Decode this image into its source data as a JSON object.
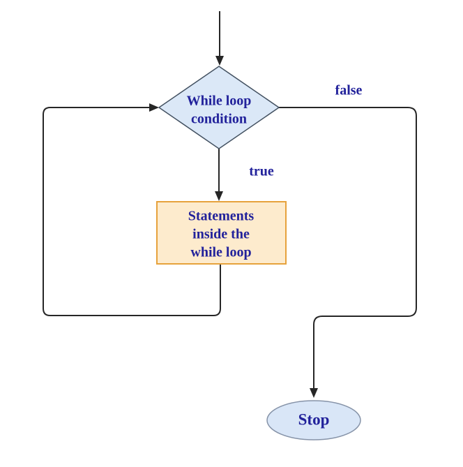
{
  "diagram": {
    "type": "flowchart",
    "nodes": {
      "decision": {
        "shape": "diamond",
        "lines": [
          "While loop",
          "condition"
        ]
      },
      "process": {
        "shape": "rectangle",
        "lines": [
          "Statements",
          "inside the",
          "while loop"
        ]
      },
      "terminator": {
        "shape": "ellipse",
        "label": "Stop"
      }
    },
    "edge_labels": {
      "false_branch": "false",
      "true_branch": "true"
    },
    "colors": {
      "decision_fill": "#dbe8f7",
      "decision_border": "#425060",
      "process_fill": "#fdebcd",
      "process_border": "#e6a23c",
      "terminator_fill": "#d9e6f7",
      "terminator_border": "#8693a8",
      "text": "#22229b",
      "line": "#262626",
      "background": "#ffffff"
    }
  }
}
